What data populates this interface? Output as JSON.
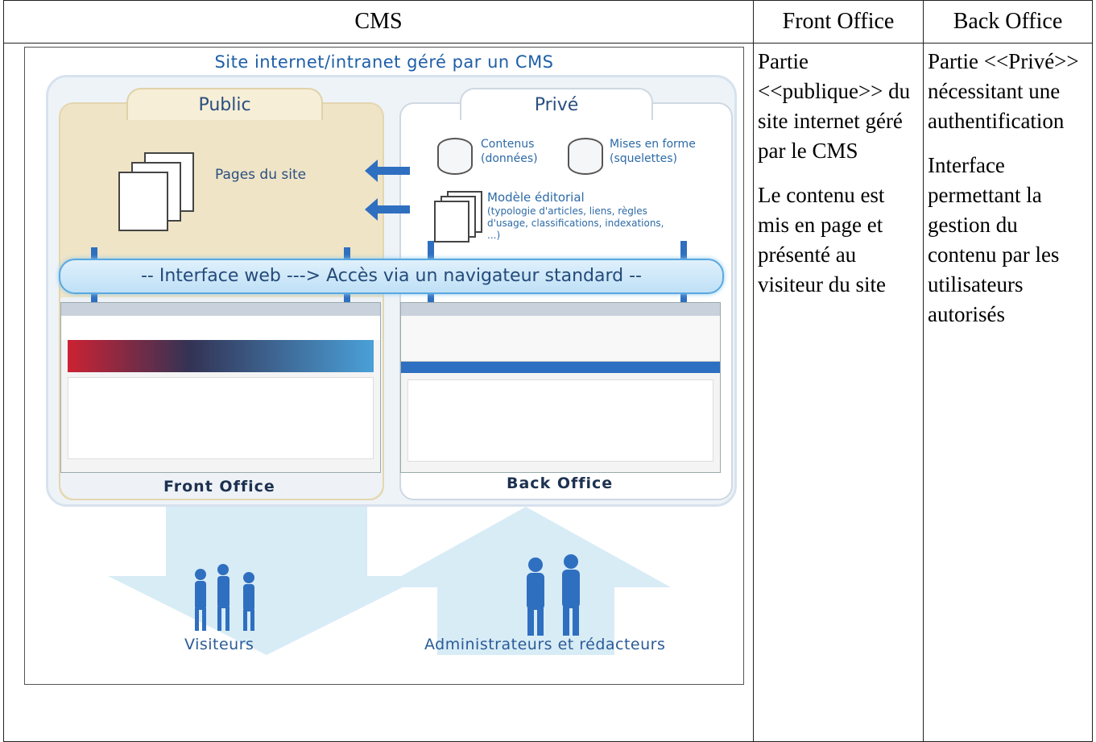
{
  "table": {
    "headers": [
      "CMS",
      "Front Office",
      "Back Office"
    ],
    "front_office_paragraphs": [
      "Partie <<publique>> du site internet géré par le CMS",
      "Le contenu est mis en page et présenté au visiteur du site"
    ],
    "back_office_paragraphs": [
      "Partie <<Privé>> nécessitant une authentification",
      "Interface permettant la gestion du contenu par les utilisateurs autorisés"
    ]
  },
  "diagram": {
    "title": "Site internet/intranet géré par un CMS",
    "public_tab": "Public",
    "private_tab": "Privé",
    "pages_label": "Pages du site",
    "contenus_title": "Contenus",
    "contenus_sub": "(données)",
    "mises_title": "Mises en forme",
    "mises_sub": "(squelettes)",
    "modele_title": "Modèle éditorial",
    "modele_sub": "(typologie d'articles, liens, règles d'usage, classifications, indexations, ...)",
    "interface_band": "-- Interface web ---> Accès via un navigateur standard --",
    "front_office_label": "Front Office",
    "back_office_label": "Back Office",
    "visitors_label": "Visiteurs",
    "admins_label": "Administrateurs et rédacteurs",
    "accent_color": "#2f6fc0"
  }
}
